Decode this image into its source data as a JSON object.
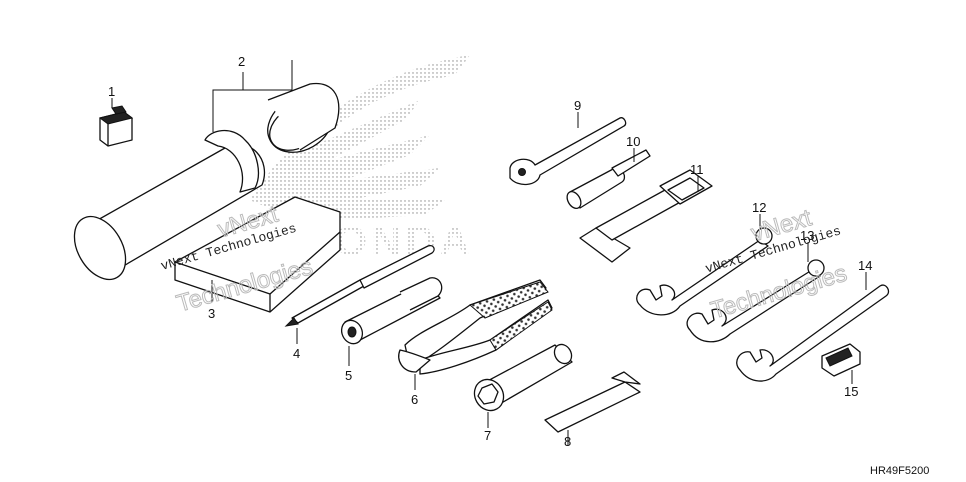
{
  "callouts": [
    "1",
    "2",
    "3",
    "4",
    "5",
    "6",
    "7",
    "8",
    "9",
    "10",
    "11",
    "12",
    "13",
    "14",
    "15"
  ],
  "watermarks": {
    "small_left": "vNext Technologies",
    "big_left": "Technologies",
    "big_left_top": "vNext",
    "small_right": "vNext Technologies",
    "big_right": "Technologies",
    "big_right_top": "vNext"
  },
  "diagram_code": "HR49F5200"
}
